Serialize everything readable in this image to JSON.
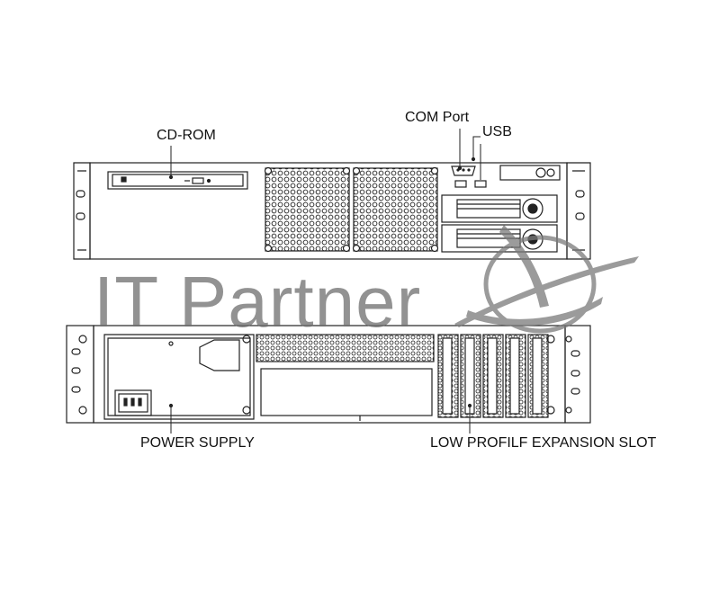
{
  "labels": {
    "cdrom": "CD-ROM",
    "com_port": "COM Port",
    "usb": "USB",
    "power_supply": "POWER SUPPLY",
    "low_profile_slot": "LOW PROFILF EXPANSION SLOT"
  },
  "watermark": {
    "text": "IT Partner"
  },
  "colors": {
    "line": "#222222",
    "watermark": "#8a8a8a",
    "background": "#ffffff"
  }
}
